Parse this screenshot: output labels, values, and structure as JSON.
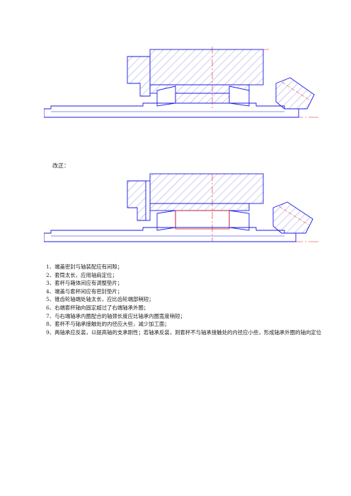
{
  "section_label": "改正：",
  "notes": [
    "1、端盖密封与轴装配应有间隙；",
    "2、套筒太长，应用轴肩定位；",
    "3、套杯与箱体间应有调整垫片；",
    "4、端盖与套杯间应有密封垫片；",
    "5、锥齿轮轴端处轴太长，应比齿轮端部稍短；",
    "6、右端套杯轴向固定超过了右端轴承外圈；",
    "7、与右端轴承内圈配合的轴颈长度应比轴承内圈宽度稍短；",
    "8、套杯不与轴承接触处的内径应大些，减少加工面；",
    "9、两轴承应反装，以提高轴的支承刚性；若轴承反装，则套杯不与轴承接触处的内径应小些，形成轴承外圈的轴向定位"
  ],
  "colors": {
    "outline": "#1a1ae6",
    "centerline": "#e0191e",
    "hatch": "#5a5ad6",
    "text": "#222222"
  }
}
